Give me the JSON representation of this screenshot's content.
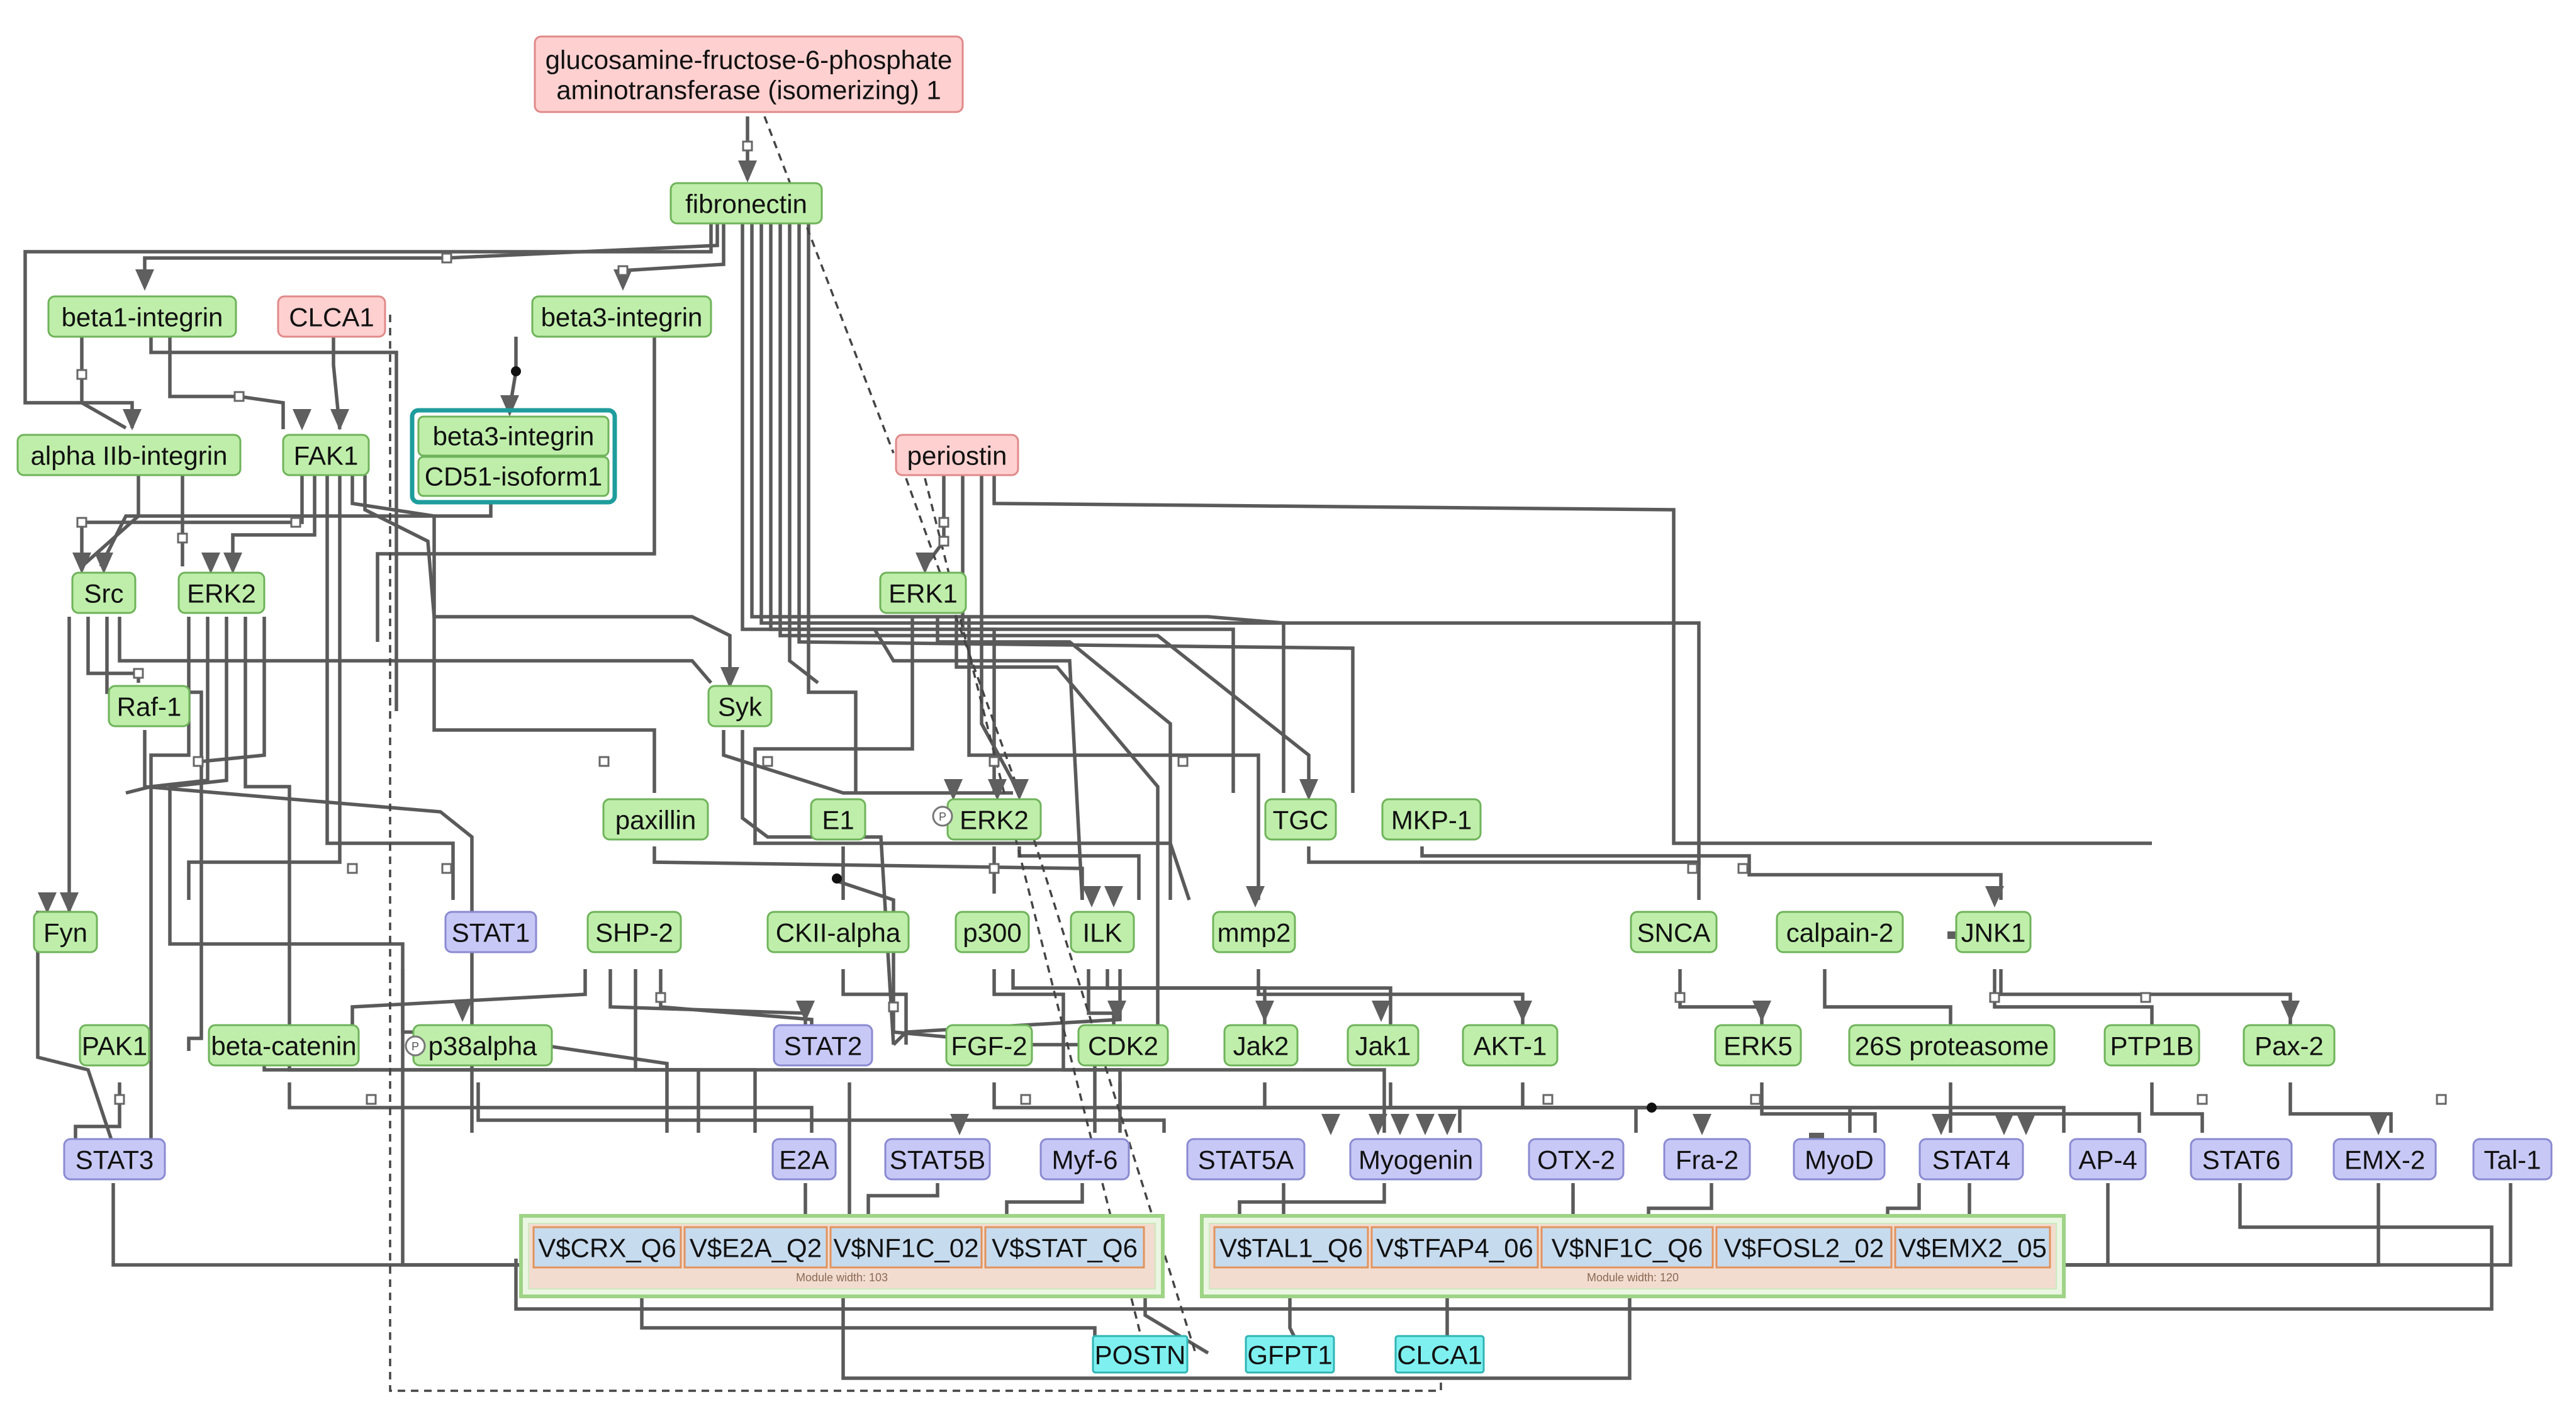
{
  "colors": {
    "protein_fill": "#bfeeaa",
    "protein_stroke": "#6fb35a",
    "disease_fill": "#ffd0d0",
    "disease_stroke": "#e08a8a",
    "tf_fill": "#c8c8f6",
    "tf_stroke": "#8a8ad2",
    "gene_fill": "#7ff0f0",
    "gene_stroke": "#30b5b5",
    "site_fill": "#c7dbef",
    "site_stroke": "#e2935d",
    "module_fill": "#f2dccf",
    "module_stroke": "#9fd486",
    "complex_stroke": "#1f9c9c",
    "edge_color": "#5a5a5a"
  },
  "nodes": {
    "gfat1": {
      "line1": "glucosamine-fructose-6-phosphate",
      "line2": "aminotransferase (isomerizing) 1",
      "type": "disease"
    },
    "fibronectin": {
      "label": "fibronectin",
      "type": "protein"
    },
    "beta1_integrin": {
      "label": "beta1-integrin",
      "type": "protein"
    },
    "clca1_top": {
      "label": "CLCA1",
      "type": "disease"
    },
    "beta3_integrin": {
      "label": "beta3-integrin",
      "type": "protein"
    },
    "alpha_iib_integrin": {
      "label": "alpha IIb-integrin",
      "type": "protein"
    },
    "fak1": {
      "label": "FAK1",
      "type": "protein"
    },
    "complex_beta3": {
      "label": "beta3-integrin",
      "type": "protein"
    },
    "complex_cd51": {
      "label": "CD51-isoform1",
      "type": "protein"
    },
    "periostin": {
      "label": "periostin",
      "type": "disease"
    },
    "src": {
      "label": "Src",
      "type": "protein"
    },
    "erk2_top": {
      "label": "ERK2",
      "type": "protein"
    },
    "erk1": {
      "label": "ERK1",
      "type": "protein"
    },
    "raf1": {
      "label": "Raf-1",
      "type": "protein"
    },
    "syk": {
      "label": "Syk",
      "type": "protein"
    },
    "paxillin": {
      "label": "paxillin",
      "type": "protein"
    },
    "e1": {
      "label": "E1",
      "type": "protein"
    },
    "erk2_mid": {
      "label": "ERK2",
      "type": "protein"
    },
    "tgc": {
      "label": "TGC",
      "type": "protein"
    },
    "mkp1": {
      "label": "MKP-1",
      "type": "protein"
    },
    "fyn": {
      "label": "Fyn",
      "type": "protein"
    },
    "stat1": {
      "label": "STAT1",
      "type": "tf"
    },
    "shp2": {
      "label": "SHP-2",
      "type": "protein"
    },
    "ckii": {
      "label": "CKII-alpha",
      "type": "protein"
    },
    "p300": {
      "label": "p300",
      "type": "protein"
    },
    "ilk": {
      "label": "ILK",
      "type": "protein"
    },
    "mmp2": {
      "label": "mmp2",
      "type": "protein"
    },
    "snca": {
      "label": "SNCA",
      "type": "protein"
    },
    "calpain2": {
      "label": "calpain-2",
      "type": "protein"
    },
    "jnk1": {
      "label": "JNK1",
      "type": "protein"
    },
    "pak1": {
      "label": "PAK1",
      "type": "protein"
    },
    "beta_catenin": {
      "label": "beta-catenin",
      "type": "protein"
    },
    "p38alpha": {
      "label": "p38alpha",
      "type": "protein"
    },
    "stat2": {
      "label": "STAT2",
      "type": "tf"
    },
    "fgf2": {
      "label": "FGF-2",
      "type": "protein"
    },
    "cdk2": {
      "label": "CDK2",
      "type": "protein"
    },
    "jak2": {
      "label": "Jak2",
      "type": "protein"
    },
    "jak1": {
      "label": "Jak1",
      "type": "protein"
    },
    "akt1": {
      "label": "AKT-1",
      "type": "protein"
    },
    "erk5": {
      "label": "ERK5",
      "type": "protein"
    },
    "proteasome": {
      "label": "26S proteasome",
      "type": "protein"
    },
    "ptp1b": {
      "label": "PTP1B",
      "type": "protein"
    },
    "pax2": {
      "label": "Pax-2",
      "type": "protein"
    },
    "stat3": {
      "label": "STAT3",
      "type": "tf"
    },
    "e2a": {
      "label": "E2A",
      "type": "tf"
    },
    "stat5b": {
      "label": "STAT5B",
      "type": "tf"
    },
    "myf6": {
      "label": "Myf-6",
      "type": "tf"
    },
    "stat5a": {
      "label": "STAT5A",
      "type": "tf"
    },
    "myogenin": {
      "label": "Myogenin",
      "type": "tf"
    },
    "otx2": {
      "label": "OTX-2",
      "type": "tf"
    },
    "fra2": {
      "label": "Fra-2",
      "type": "tf"
    },
    "myod": {
      "label": "MyoD",
      "type": "tf"
    },
    "stat4": {
      "label": "STAT4",
      "type": "tf"
    },
    "ap4": {
      "label": "AP-4",
      "type": "tf"
    },
    "stat6": {
      "label": "STAT6",
      "type": "tf"
    },
    "emx2": {
      "label": "EMX-2",
      "type": "tf"
    },
    "tal1": {
      "label": "Tal-1",
      "type": "tf"
    },
    "postn": {
      "label": "POSTN",
      "type": "gene"
    },
    "gfpt1": {
      "label": "GFPT1",
      "type": "gene"
    },
    "clca1_gene": {
      "label": "CLCA1",
      "type": "gene"
    }
  },
  "modules": [
    {
      "note": "Module width: 103",
      "sites": [
        "V$CRX_Q6",
        "V$E2A_Q2",
        "V$NF1C_02",
        "V$STAT_Q6"
      ]
    },
    {
      "note": "Module width: 120",
      "sites": [
        "V$TAL1_Q6",
        "V$TFAP4_06",
        "V$NF1C_Q6",
        "V$FOSL2_02",
        "V$EMX2_05"
      ]
    }
  ],
  "phospho_marker": "P"
}
